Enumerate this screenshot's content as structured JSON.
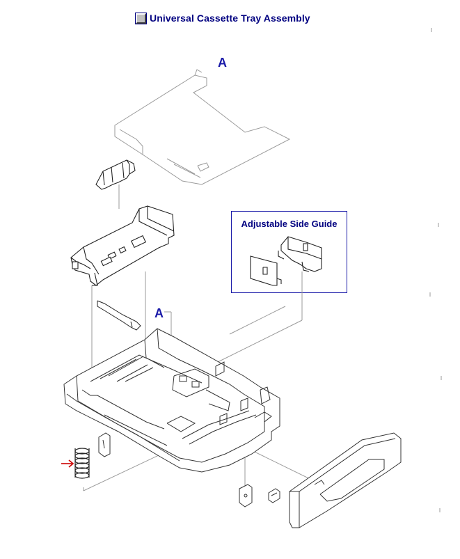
{
  "header": {
    "title": "Universal Cassette Tray Assembly",
    "icon": "square-button-icon"
  },
  "callouts": {
    "top": "A",
    "middle": "A"
  },
  "inset": {
    "title": "Adjustable Side Guide"
  },
  "colors": {
    "label": "#000080",
    "callout": "#1a1aa8",
    "pointer": "#cc0000",
    "line": "#888888",
    "part": "#333333"
  }
}
